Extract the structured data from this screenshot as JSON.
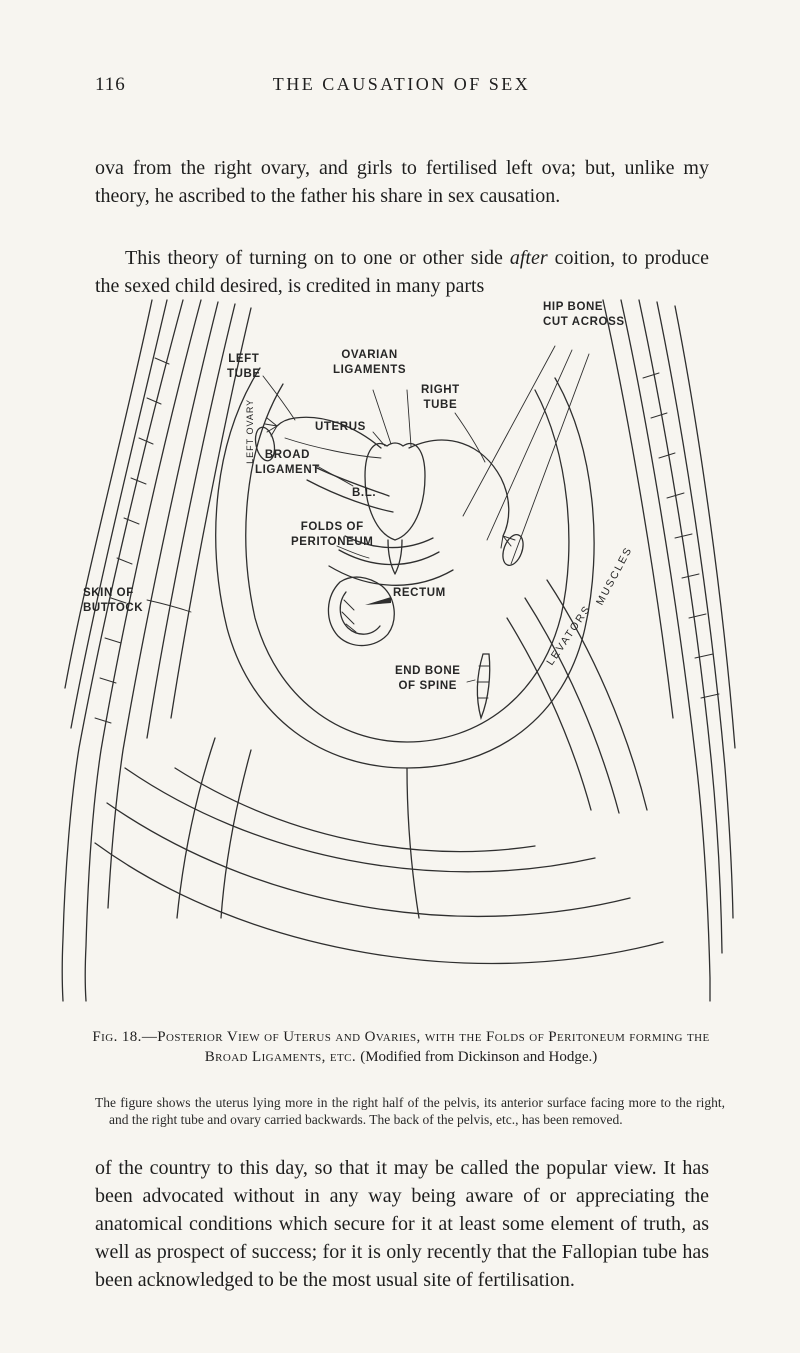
{
  "page": {
    "number": "116",
    "running_title": "THE CAUSATION OF SEX"
  },
  "body": {
    "para1": "ova from the right ovary, and girls to fertilised left ova; but, unlike my theory, he ascribed to the father his share in sex causation.",
    "para2_pre": "This theory of turning on to one or other side ",
    "para2_italic": "after",
    "para2_post": " coition, to produce the sexed child desired, is credited in many parts",
    "para3": "of the country to this day, so that it may be called the popular view. It has been advocated without in any way being aware of or appreciating the anatomical conditions which secure for it at least some element of truth, as well as prospect of success; for it is only recently that the Fallopian tube has been acknowledged to be the most usual site of fertilisation."
  },
  "figure": {
    "caption": {
      "fig_label": "Fig. 18.",
      "title": "—Posterior View of Uterus and Ovaries, with the Folds of Peritoneum forming the Broad Ligaments, etc. ",
      "source": "(Modified from Dickinson and Hodge.)"
    },
    "note": "The figure shows the uterus lying more in the right half of the pelvis, its anterior surface facing more to the right, and the right tube and ovary carried backwards. The back of the pelvis, etc., has been removed.",
    "labels": {
      "hip_bone": "HIP BONE\nCUT ACROSS",
      "left_tube": "LEFT\nTUBE",
      "ovarian_ligaments": "OVARIAN\nLIGAMENTS",
      "right_tube": "RIGHT\nTUBE",
      "uterus": "UTERUS",
      "broad_ligament": "BROAD\nLIGAMENT",
      "bl": "B.L.",
      "folds_of_peritoneum": "FOLDS OF\nPERITONEUM",
      "skin_of_buttock": "SKIN OF\nBUTTOCK",
      "rectum": "RECTUM",
      "end_bone_of_spine": "END BONE\nOF SPINE",
      "left_ovary": "LEFT OVARY",
      "muscles": "MUSCLES",
      "levators": "LEVATORS"
    }
  }
}
